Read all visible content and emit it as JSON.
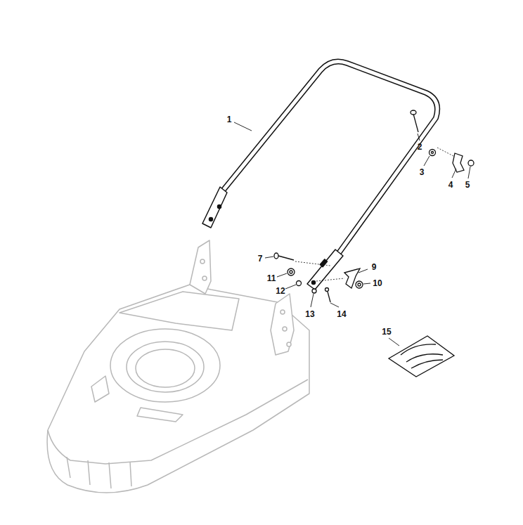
{
  "diagram": {
    "labels": [
      "1",
      "2",
      "3",
      "4",
      "5",
      "7",
      "9",
      "10",
      "11",
      "12",
      "13",
      "14",
      "15"
    ]
  }
}
